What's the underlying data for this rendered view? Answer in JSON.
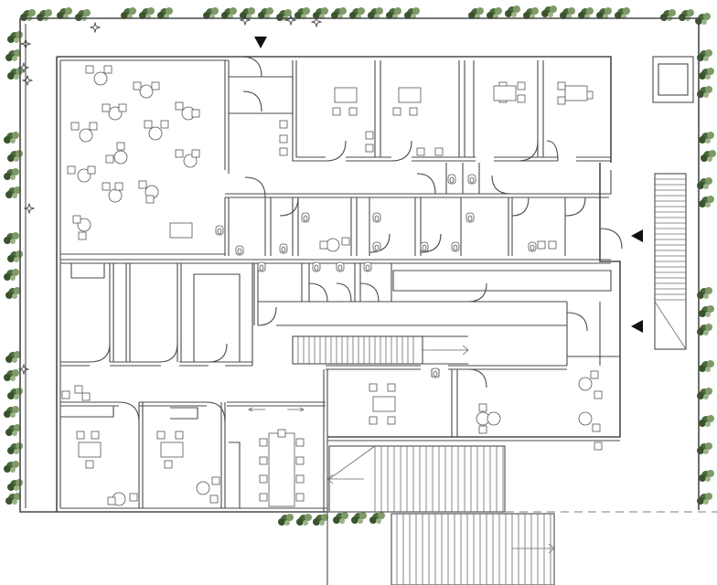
{
  "diagram": {
    "kind": "architectural floor plan",
    "colors": {
      "background": "#ffffff",
      "walls": "#4a4a4a",
      "furniture": "#555555",
      "vegetation_dark": "#3f5a32",
      "vegetation_light": "#8fa67a",
      "entrance_markers": "#111111"
    },
    "entrance_markers": [
      "entrance-arrow-north",
      "entrance-arrow-east-upper",
      "entrance-arrow-east-lower"
    ],
    "icons": [
      "tree-icon",
      "table-icon",
      "chair-icon",
      "toilet-icon",
      "sink-icon",
      "stair-icon",
      "door-swing-icon"
    ]
  }
}
